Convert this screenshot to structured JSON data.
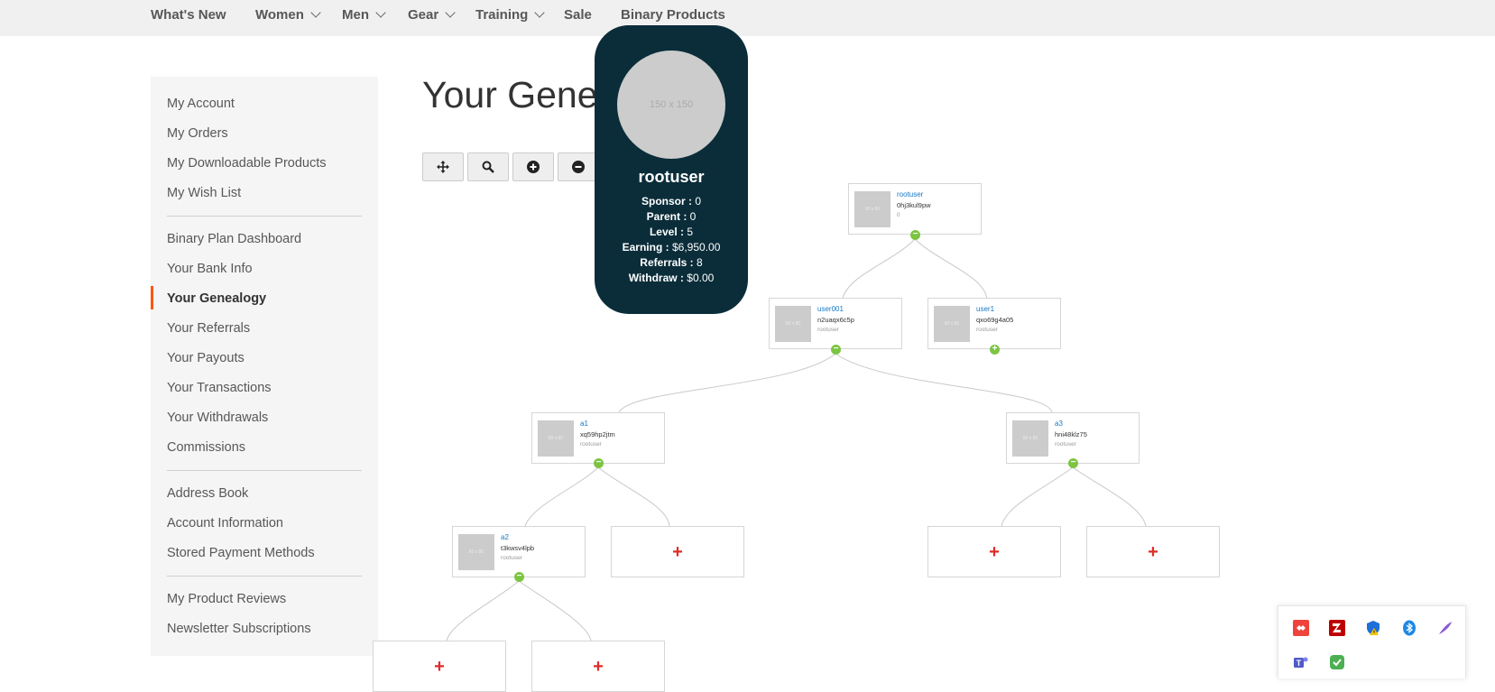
{
  "topnav": {
    "items": [
      {
        "label": "What's New",
        "dropdown": false
      },
      {
        "label": "Women",
        "dropdown": true
      },
      {
        "label": "Men",
        "dropdown": true
      },
      {
        "label": "Gear",
        "dropdown": true
      },
      {
        "label": "Training",
        "dropdown": true
      },
      {
        "label": "Sale",
        "dropdown": false
      },
      {
        "label": "Binary Products",
        "dropdown": false
      }
    ]
  },
  "sidebar": {
    "items": [
      "My Account",
      "My Orders",
      "My Downloadable Products",
      "My Wish List",
      "Binary Plan Dashboard",
      "Your Bank Info",
      "Your Genealogy",
      "Your Referrals",
      "Your Payouts",
      "Your Transactions",
      "Your Withdrawals",
      "Commissions",
      "Address Book",
      "Account Information",
      "Stored Payment Methods",
      "My Product Reviews",
      "Newsletter Subscriptions"
    ],
    "active": "Your Genealogy"
  },
  "page": {
    "title": "Your Gene"
  },
  "toolbar": {
    "buttons": [
      "move-icon",
      "search-icon",
      "zoom-in-icon",
      "zoom-out-icon"
    ]
  },
  "tree": {
    "nodes": [
      {
        "name": "rootuser",
        "code": "0hj3kul9pw",
        "sponsor": "0",
        "thumb": "80 x 80",
        "toggle": "−"
      },
      {
        "name": "user001",
        "code": "n2uaqx6c5p",
        "sponsor": "rootuser",
        "thumb": "80 x 80",
        "toggle": "−"
      },
      {
        "name": "user1",
        "code": "qxo69g4a05",
        "sponsor": "rootuser",
        "thumb": "80 x 80",
        "toggle": "+"
      },
      {
        "name": "a1",
        "code": "xq59hp2jtm",
        "sponsor": "rootuser",
        "thumb": "80 x 80",
        "toggle": "−"
      },
      {
        "name": "a3",
        "code": "hni48klz75",
        "sponsor": "rootuser",
        "thumb": "80 x 80",
        "toggle": "−"
      },
      {
        "name": "a2",
        "code": "t3kwsv4lpb",
        "sponsor": "rootuser",
        "thumb": "80 x 80",
        "toggle": "−"
      }
    ],
    "add_label": "+"
  },
  "tooltip": {
    "avatar_text": "150 x 150",
    "name": "rootuser",
    "rows": [
      {
        "label": "Sponsor :",
        "value": "0"
      },
      {
        "label": "Parent :",
        "value": "0"
      },
      {
        "label": "Level :",
        "value": "5"
      },
      {
        "label": "Earning :",
        "value": "$6,950.00"
      },
      {
        "label": "Referrals :",
        "value": "8"
      },
      {
        "label": "Withdraw :",
        "value": "$0.00"
      }
    ]
  },
  "tray": {
    "icons": [
      "anydesk-icon",
      "filezilla-icon",
      "security-shield-icon",
      "bluetooth-icon",
      "feather-pen-icon",
      "teams-icon",
      "green-check-icon"
    ]
  },
  "colors": {
    "accent": "#ff5501",
    "tooltip_bg": "#0b2d3a",
    "link": "#1979c3",
    "toggle": "#7cc542",
    "add": "#e02b27"
  }
}
